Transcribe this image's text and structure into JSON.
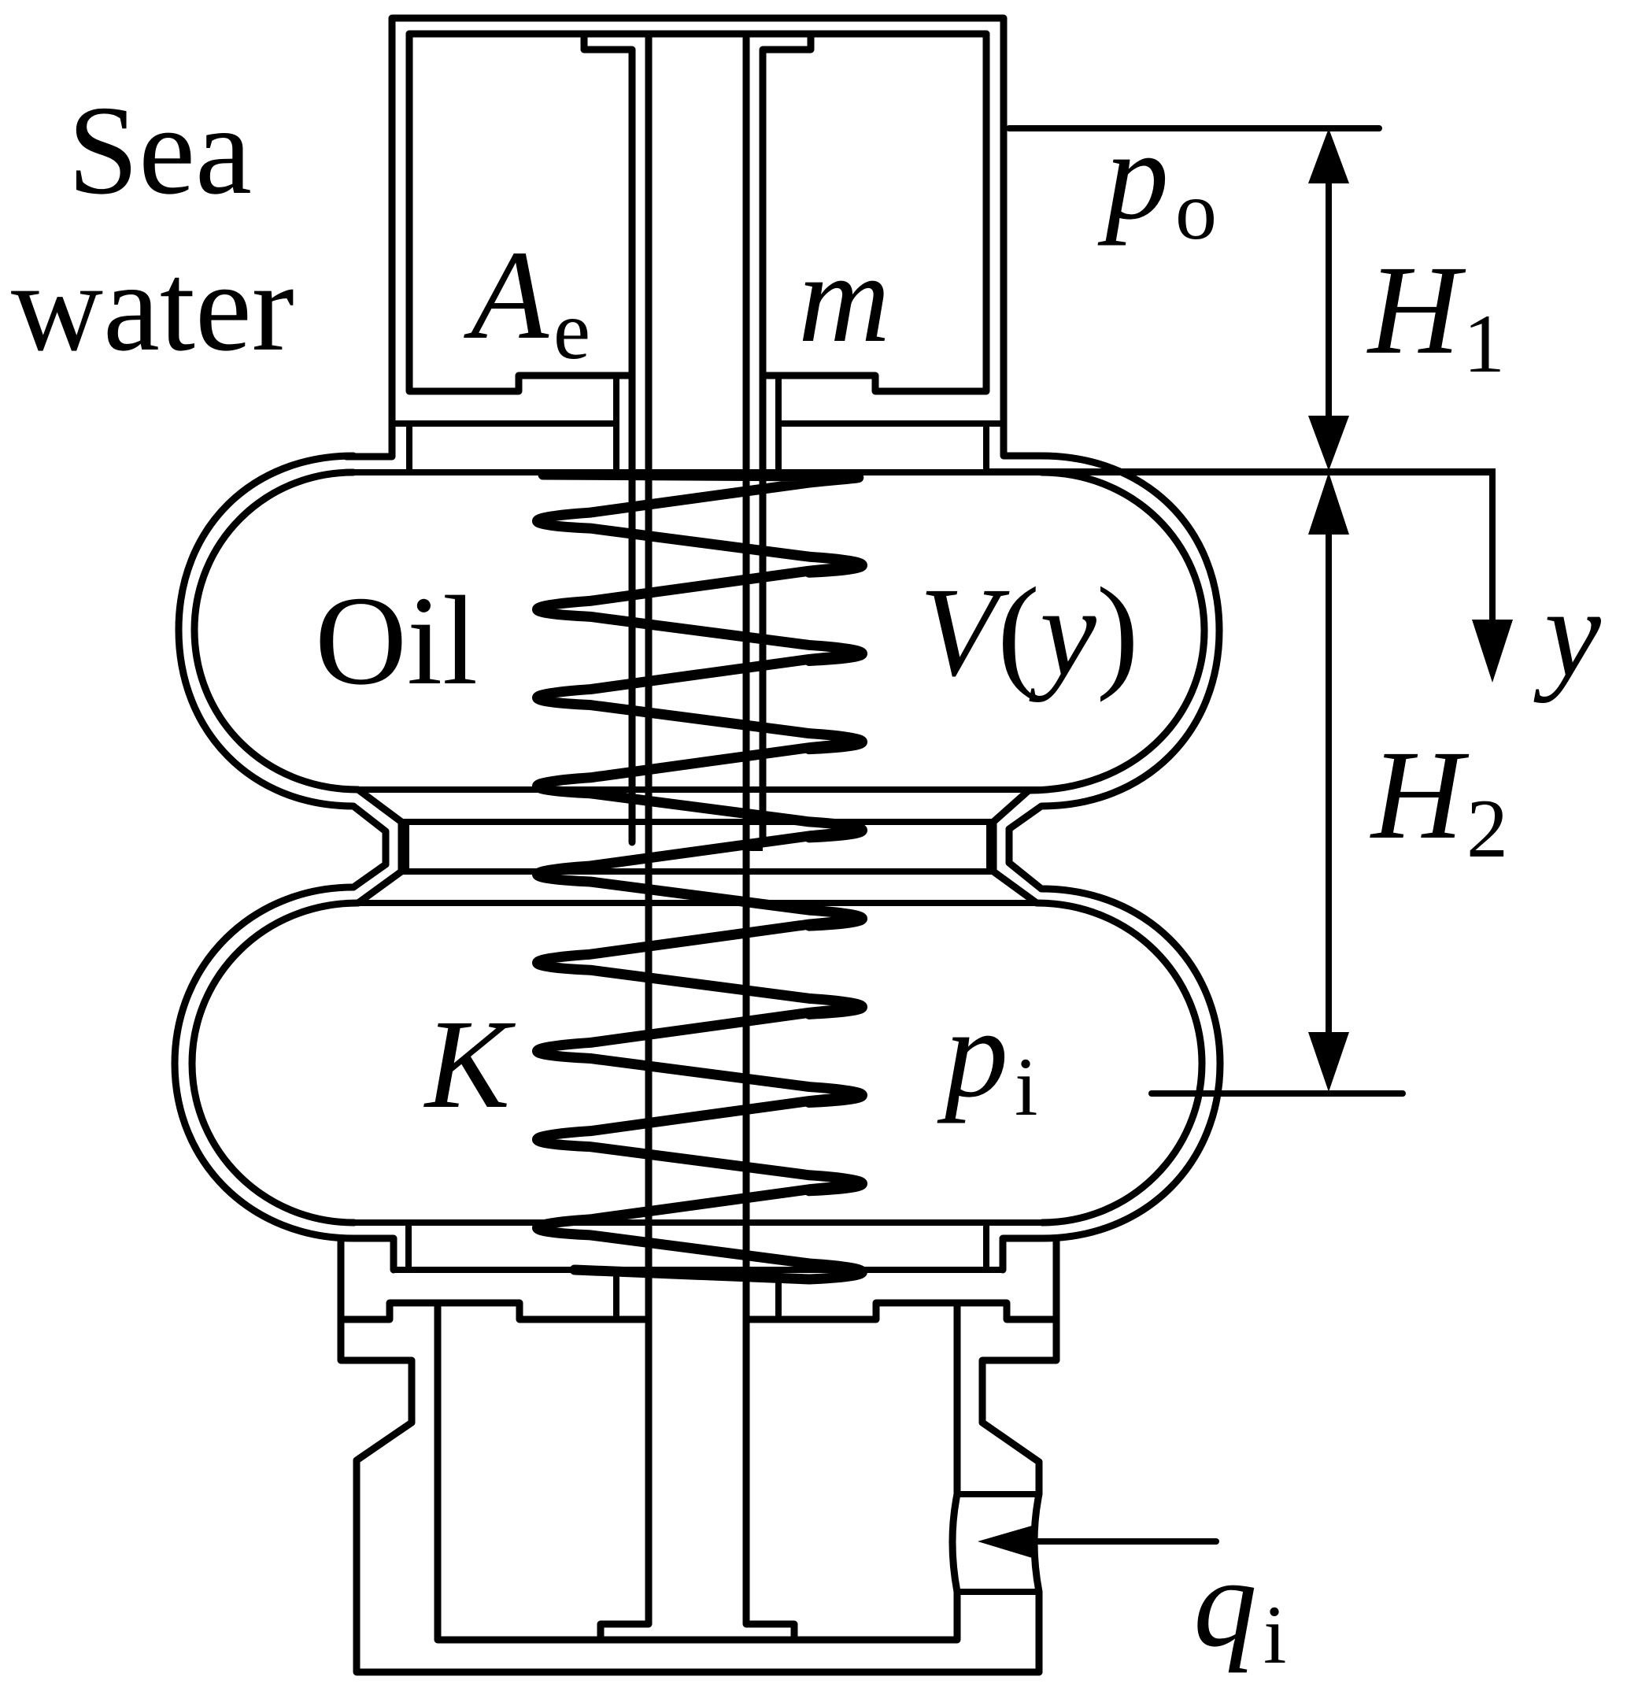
{
  "figure": {
    "type": "schematic",
    "subject": "pressure-compensating bellows with internal spring",
    "colors": {
      "stroke": "#000000",
      "background": "#ffffff"
    }
  },
  "labels": {
    "sea_line1": "Sea",
    "sea_line2": "water",
    "oil": "Oil",
    "area": {
      "symbol": "A",
      "subscript": "e"
    },
    "mass": "m",
    "outer_pressure": {
      "symbol": "p",
      "subscript": "o"
    },
    "inner_pressure": {
      "symbol": "p",
      "subscript": "i"
    },
    "volume": {
      "symbol": "V",
      "open": "(",
      "arg": "y",
      "close": ")"
    },
    "stiffness": "K",
    "height1": {
      "symbol": "H",
      "subscript": "1"
    },
    "height2": {
      "symbol": "H",
      "subscript": "2"
    },
    "displacement": "y",
    "flow": {
      "symbol": "q",
      "subscript": "i"
    }
  },
  "spring": {
    "half_turns": 18
  }
}
